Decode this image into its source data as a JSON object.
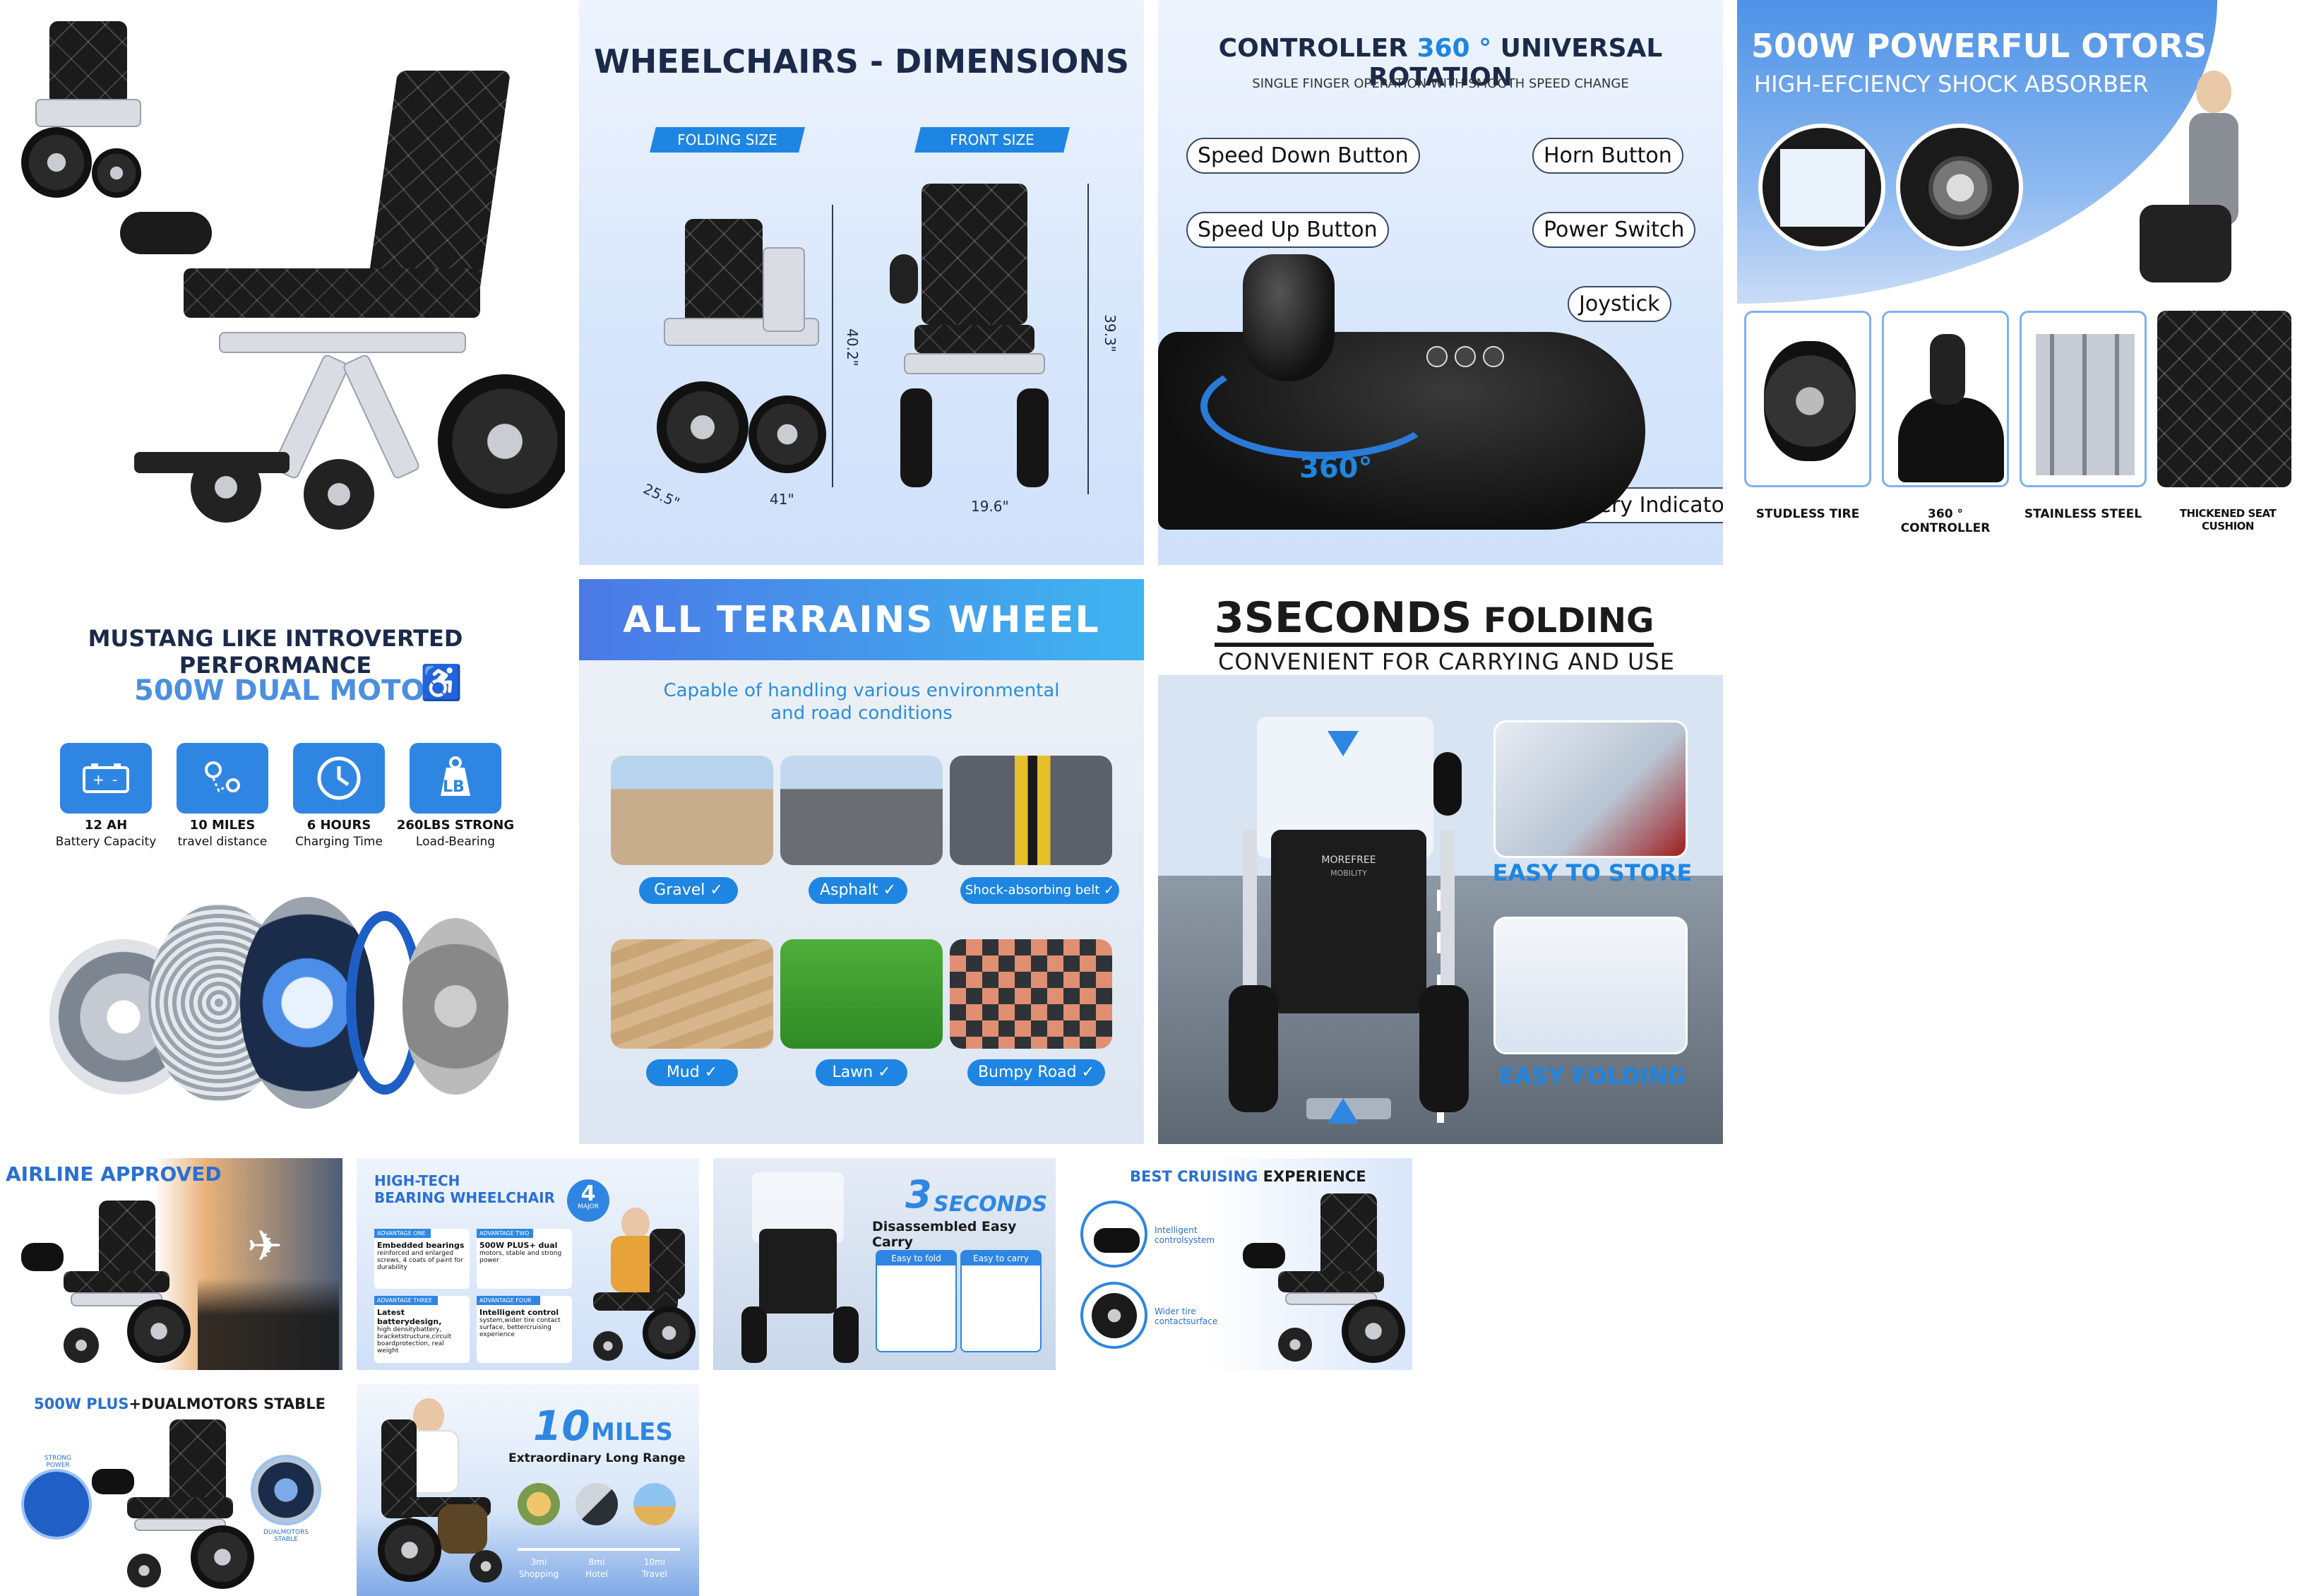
{
  "t1": {},
  "t2": {
    "title": "WHEELCHAIRS - DIMENSIONS",
    "folding_label": "FOLDING SIZE",
    "front_label": "FRONT SIZE",
    "dim_height_fold": "40.2\"",
    "dim_depth_fold": "25.5\"",
    "dim_length_fold": "41\"",
    "dim_height_front": "39.3\"",
    "dim_width_front": "19.6\""
  },
  "t3": {
    "title_pre": "CONTROLLER ",
    "title_num": "360 °",
    "title_post": " UNIVERSAL ROTATION",
    "subtitle": "SINGLE FINGER OPERATION WITH SMOOTH SPEED CHANGE",
    "labels": {
      "speed_down": "Speed Down Button",
      "horn": "Horn Button",
      "speed_up": "Speed Up Button",
      "power": "Power Switch",
      "joystick": "Joystick",
      "battery": "Battery Indicator"
    },
    "rotation": "360°"
  },
  "t4": {
    "title": "500W POWERFUL OTORS",
    "subtitle": "HIGH-EFCIENCY SHOCK ABSORBER",
    "features": [
      "STUDLESS TIRE",
      "360 ° CONTROLLER",
      "STAINLESS STEEL",
      "THICKENED SEAT CUSHION"
    ]
  },
  "t5": {
    "title": "MUSTANG LIKE INTROVERTED PERFORMANCE",
    "subtitle": "500W DUAL MOTOR",
    "stats": [
      {
        "value": "12 AH",
        "label": "Battery Capacity",
        "icon": "battery-icon"
      },
      {
        "value": "10 MILES",
        "label": "travel distance",
        "icon": "map-pin-icon"
      },
      {
        "value": "6 HOURS",
        "label": "Charging Time",
        "icon": "clock-icon"
      },
      {
        "value": "260LBS STRONG",
        "label": "Load-Bearing",
        "icon": "weight-icon"
      }
    ],
    "weight_icon_text": "LB"
  },
  "t6": {
    "title": "ALL TERRAINS WHEEL",
    "subtitle_line1": "Capable of handling various environmental",
    "subtitle_line2": "and road conditions",
    "terrains": [
      "Gravel",
      "Asphalt",
      "Shock-absorbing belt",
      "Mud",
      "Lawn",
      "Bumpy Road"
    ]
  },
  "t7": {
    "title_big": "3SECONDS",
    "title_rest": " FOLDING",
    "subtitle": "CONVENIENT FOR CARRYING AND USE",
    "store": "EASY TO STORE",
    "folding": "EASY FOLDING",
    "brand": "MOREFREE",
    "brand_sub": "MOBILITY"
  },
  "t8": {
    "title": "AIRLINE APPROVED"
  },
  "t9": {
    "title_line1": "HIGH-TECH",
    "title_line2": "BEARING WHEELCHAIR",
    "badge_num": "4",
    "badge_text": "MAJOR",
    "items": [
      {
        "tag": "ADVANTAGE ONE",
        "head": "Embedded bearings",
        "body": "reinforced and enlarged screws, 4 coats of paint for durability"
      },
      {
        "tag": "ADVANTAGE TWO",
        "head": "500W PLUS+ dual",
        "body": "motors, stable and strong power"
      },
      {
        "tag": "ADVANTAGE THREE",
        "head": "Latest batterydesign,",
        "body": "high densitybattery, bracketstructure,circuit boardprotection, real weight"
      },
      {
        "tag": "ADVANTAGE FOUR",
        "head": "Intelligent control",
        "body": "system,wider tire contact surface, bettercruising experience"
      }
    ]
  },
  "t10": {
    "big": "3",
    "title": "SECONDS",
    "subtitle": "Disassembled Easy Carry",
    "fold": "Easy to fold",
    "carry": "Easy to carry"
  },
  "t11": {
    "title_pre": "BEST CRUISING",
    "title_post": " EXPERIENCE",
    "item1": "Intelligent controlsystem",
    "item2": "Wider tire contactsurface"
  },
  "t12": {
    "title_pre": "500W PLUS",
    "title_post": "+DUALMOTORS STABLE",
    "left_label": "STRONG POWER",
    "right_label": "DUALMOTORS STABLE"
  },
  "t13": {
    "big": "10",
    "unit": "MILES",
    "subtitle": "Extraordinary Long Range",
    "stops": [
      {
        "dist": "3mi",
        "name": "Shopping"
      },
      {
        "dist": "8mi",
        "name": "Hotel"
      },
      {
        "dist": "10mi",
        "name": "Travel"
      }
    ]
  },
  "colors": {
    "accent": "#1e86e2",
    "navy": "#1b2a4a",
    "tile_bg": "#dbe8fb"
  }
}
